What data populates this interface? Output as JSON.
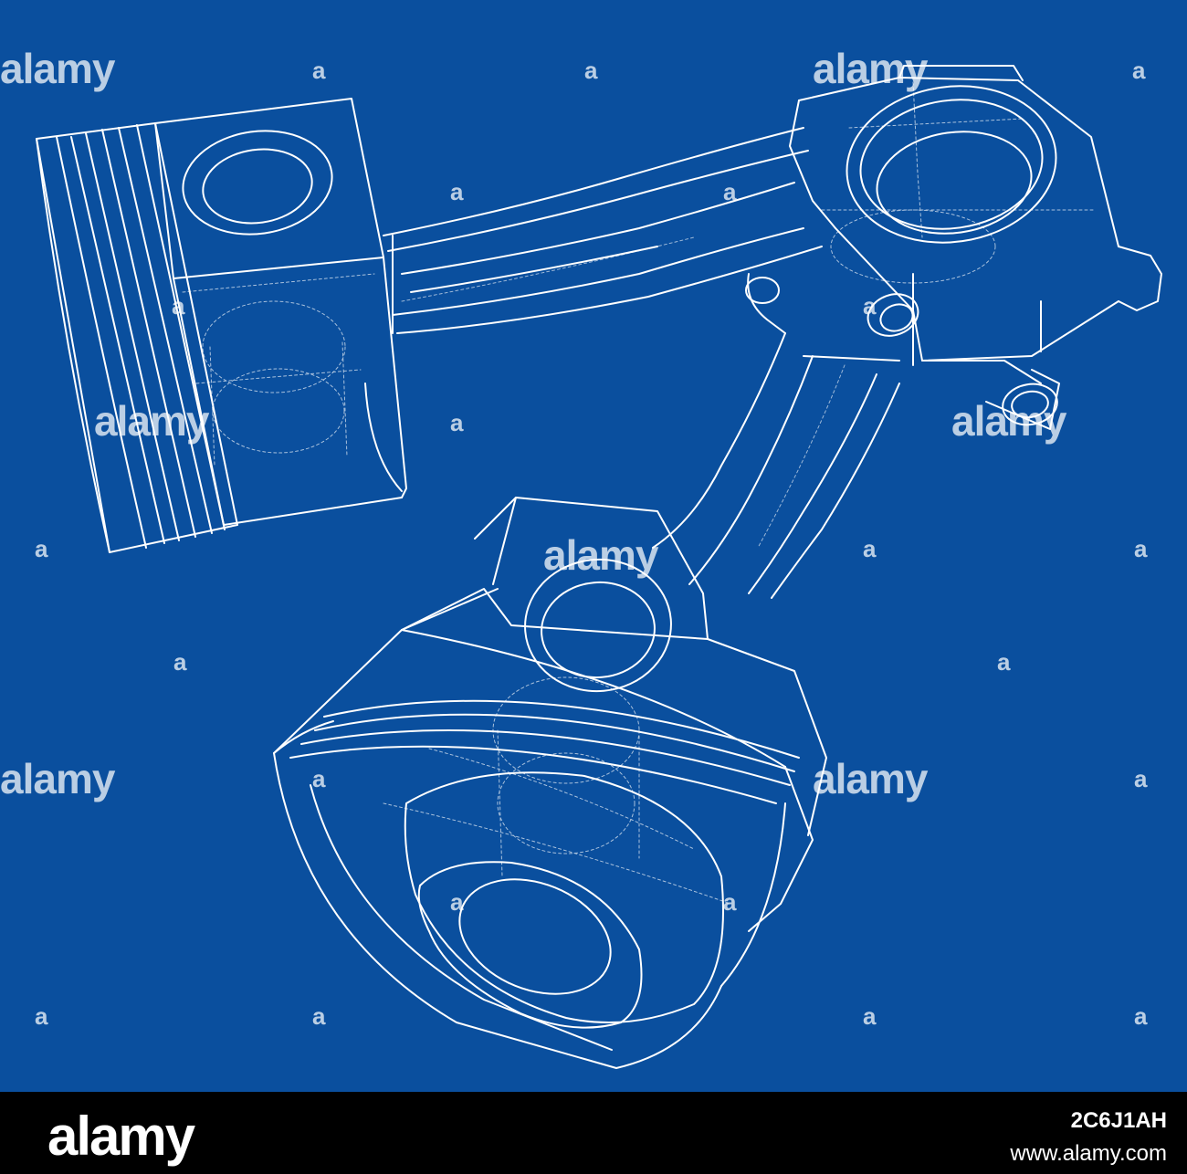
{
  "image": {
    "subject": "wireframe blueprint of two pistons with connecting rods",
    "colors": {
      "background": "#0a4f9e",
      "lines": "#ffffff",
      "footer": "#000000"
    }
  },
  "watermark": {
    "word": "alamy",
    "symbol": "a"
  },
  "footer": {
    "brand": "alamy",
    "image_id": "2C6J1AH",
    "url": "www.alamy.com"
  }
}
